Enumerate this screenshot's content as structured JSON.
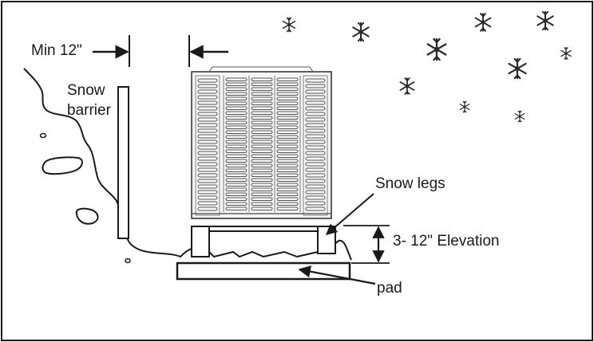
{
  "labels": {
    "min_clearance": "Min 12\"",
    "snow_barrier_line1": "Snow",
    "snow_barrier_line2": "barrier",
    "snow_legs": "Snow legs",
    "elevation": "3- 12\" Elevation",
    "pad": "pad"
  },
  "icons": {
    "snowflake": "snowflake-icon"
  },
  "colors": {
    "ink": "#1a1a1a",
    "unit_fill": "#f4f4f4",
    "background": "#ffffff"
  }
}
